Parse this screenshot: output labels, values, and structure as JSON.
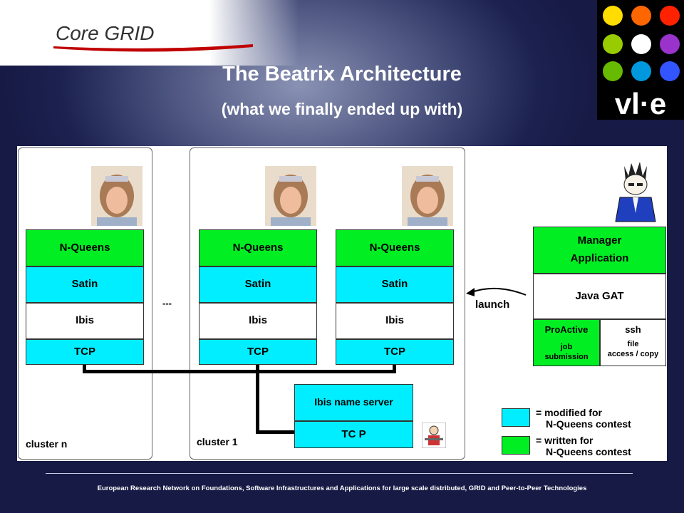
{
  "header": {
    "logo_text": "Core GRID",
    "vle_logo_text": "vl·e",
    "title": "The Beatrix Architecture",
    "subtitle": "(what we finally ended up with)"
  },
  "clusters": [
    {
      "label": "cluster n"
    },
    {
      "label": "cluster 1"
    }
  ],
  "ellipsis": "---",
  "stacks": [
    {
      "layers": [
        "N-Queens",
        "Satin",
        "Ibis",
        "TCP"
      ]
    },
    {
      "layers": [
        "N-Queens",
        "Satin",
        "Ibis",
        "TCP"
      ]
    },
    {
      "layers": [
        "N-Queens",
        "Satin",
        "Ibis",
        "TCP"
      ]
    }
  ],
  "name_server": {
    "top": "Ibis name server",
    "bottom": "TC P"
  },
  "launch_label": "launch",
  "manager": {
    "app_line1": "Manager",
    "app_line2": "Application",
    "gat": "Java GAT",
    "proactive": "ProActive",
    "proactive_sub1": "job",
    "proactive_sub2": "submission",
    "ssh": "ssh",
    "ssh_sub1": "file",
    "ssh_sub2": "access / copy"
  },
  "legend": [
    {
      "color": "#00eeff",
      "line1": "= modified for",
      "line2": "N-Queens contest"
    },
    {
      "color": "#00ee22",
      "line1": "= written for",
      "line2": "N-Queens contest"
    }
  ],
  "footer": "European Research Network on Foundations, Software Infrastructures and Applications for large scale distributed, GRID and Peer-to-Peer Technologies"
}
